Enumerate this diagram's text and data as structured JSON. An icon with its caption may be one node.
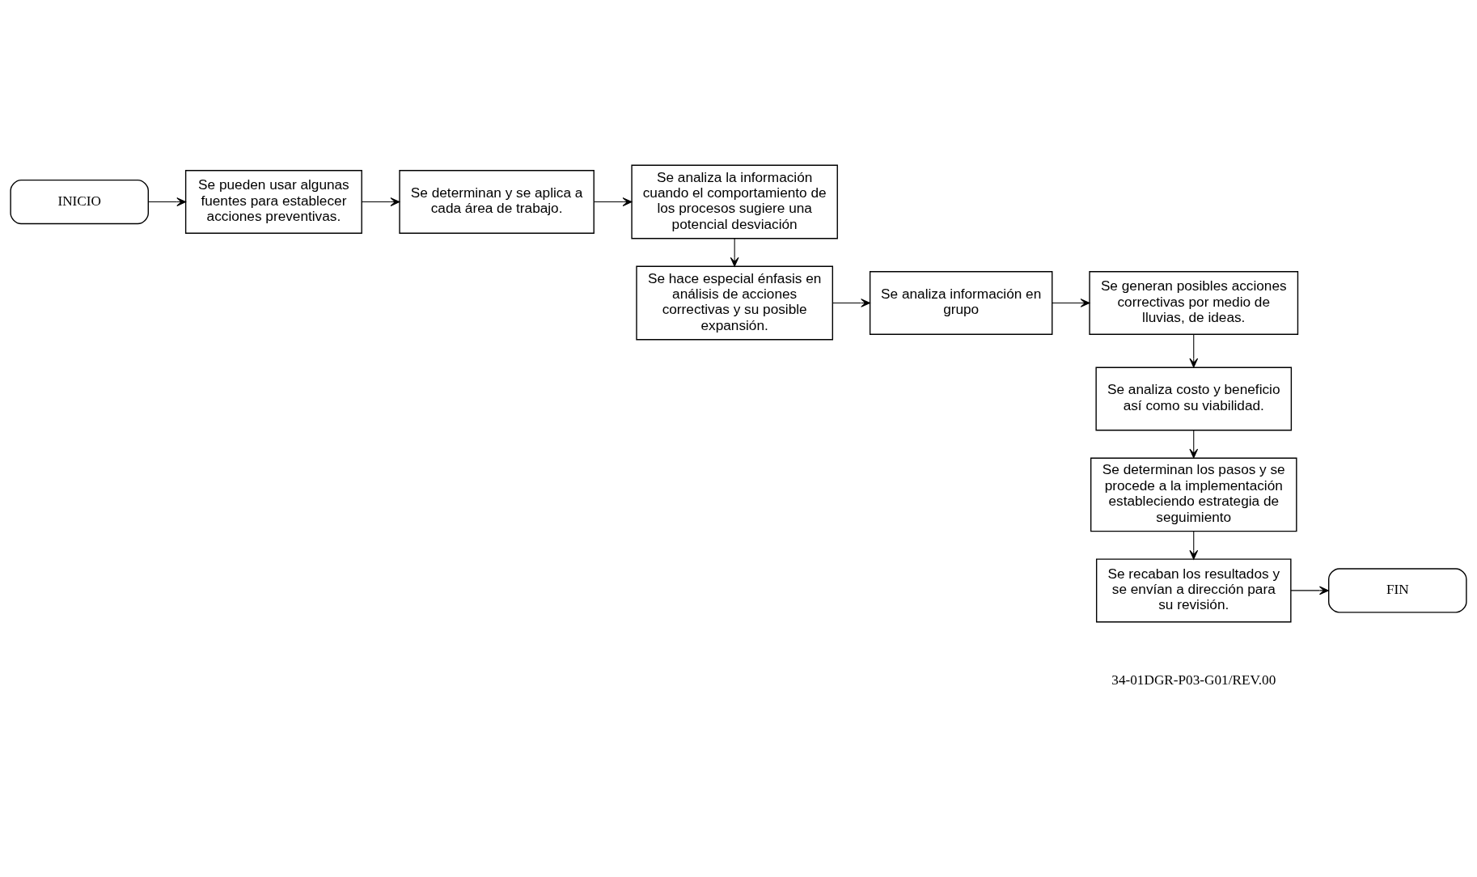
{
  "diagram": {
    "nodes": [
      {
        "text": [
          "INICIO"
        ]
      },
      {
        "text": [
          "Se pueden usar algunas fuentes para establecer acciones preventivas."
        ]
      },
      {
        "text": [
          "Se determinan y se aplica a cada área de trabajo."
        ]
      },
      {
        "text": [
          "Se analiza la información cuando el comportamiento de los procesos sugiere una potencial desviación"
        ]
      },
      {
        "text": [
          "Se hace especial énfasis en análisis de acciones correctivas y su posible expansión."
        ]
      },
      {
        "text": [
          "Se analiza información en grupo"
        ]
      },
      {
        "text": [
          "Se generan posibles acciones correctivas por medio de lluvias, de ideas."
        ]
      },
      {
        "text": [
          "Se analiza costo y beneficio así como su viabilidad."
        ]
      },
      {
        "text": [
          "Se determinan los pasos y se procede a la implementación estableciendo estrategia de seguimiento"
        ]
      },
      {
        "text": [
          "Se recaban los resultados y se envían a dirección para su revisión."
        ]
      },
      {
        "text": [
          "FIN"
        ]
      }
    ],
    "edges": [
      {
        "from": 0,
        "to": 1,
        "arrow": "to"
      },
      {
        "from": 1,
        "to": 2,
        "arrow": "to"
      },
      {
        "from": 2,
        "to": 3,
        "arrow": "to"
      },
      {
        "from": 3,
        "to": 4,
        "arrow": "to"
      },
      {
        "from": 4,
        "to": 5,
        "arrow": "to"
      },
      {
        "from": 5,
        "to": 6,
        "arrow": "to"
      },
      {
        "from": 6,
        "to": 7,
        "arrow": "to"
      },
      {
        "from": 7,
        "to": 8,
        "arrow": "to"
      },
      {
        "from": 8,
        "to": 9,
        "arrow": "to"
      },
      {
        "from": 9,
        "to": 10,
        "arrow": "to"
      }
    ],
    "labels": [
      "34-01DGR-P03-G01/REV.00"
    ]
  }
}
